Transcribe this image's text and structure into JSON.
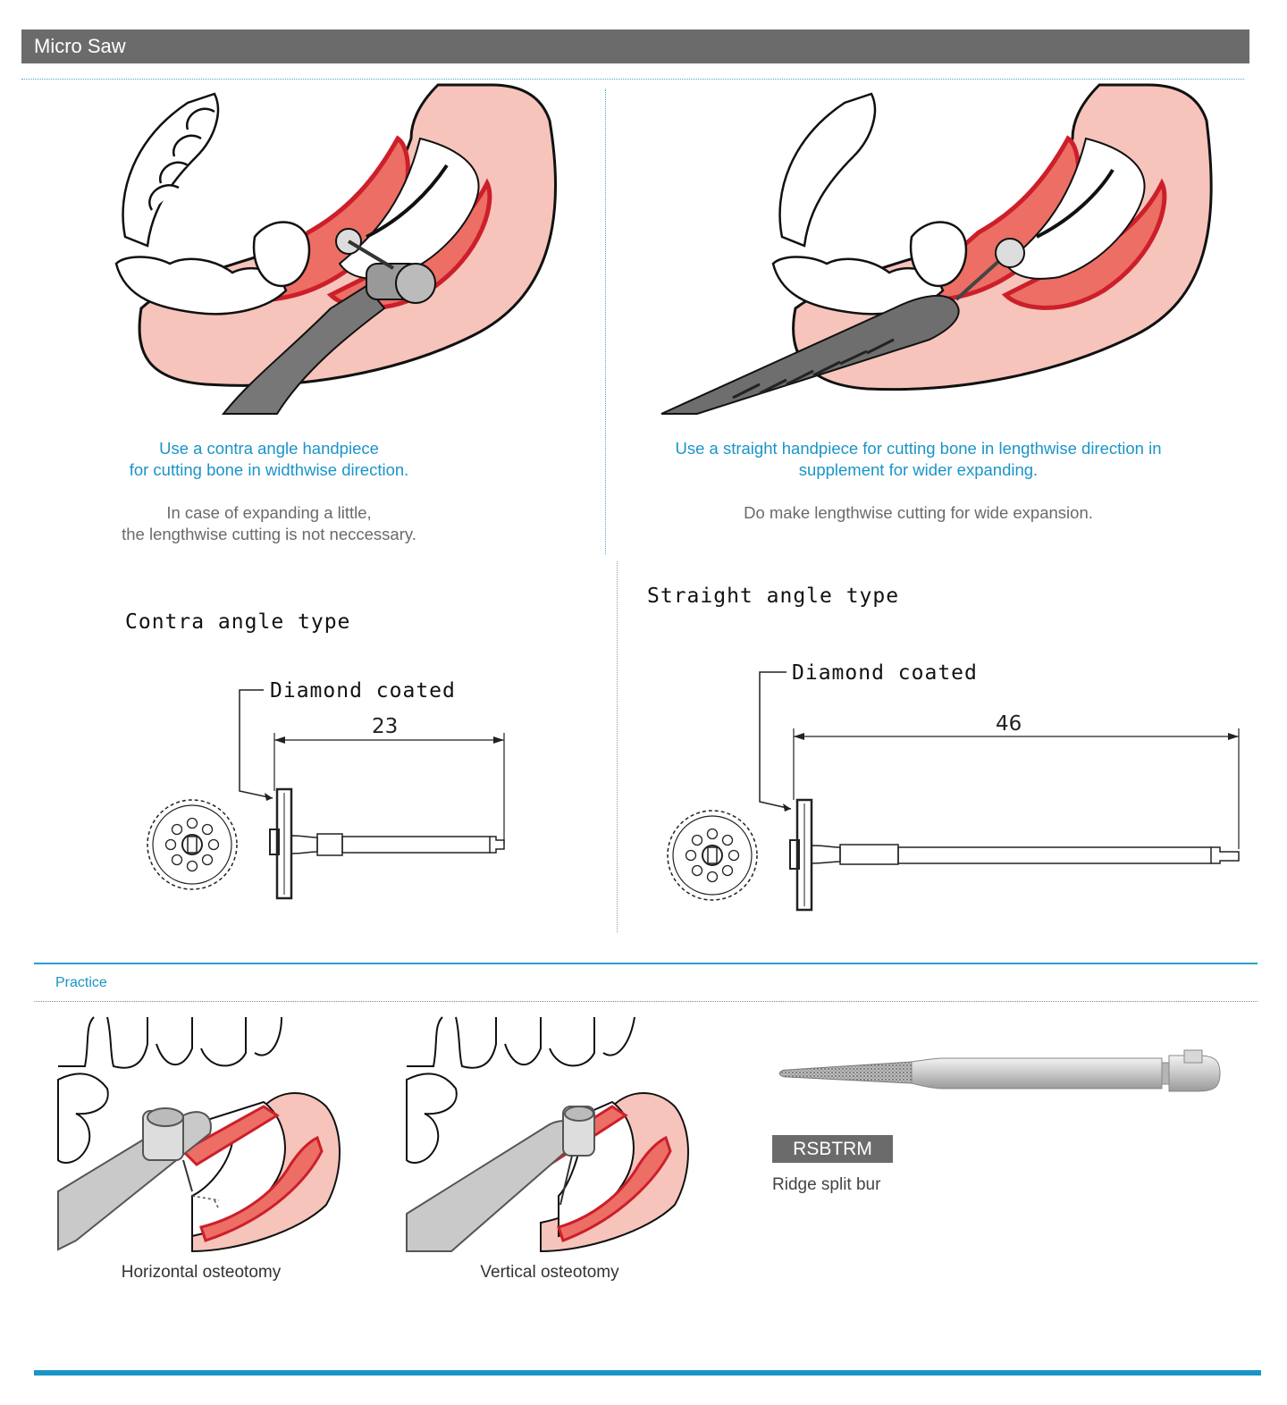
{
  "header": {
    "title": "Micro Saw"
  },
  "left_panel": {
    "caption_primary": [
      "Use a contra angle handpiece",
      "for cutting bone in widthwise direction."
    ],
    "caption_secondary": [
      "In case of expanding a little,",
      "the lengthwise cutting is not neccessary."
    ]
  },
  "right_panel": {
    "caption_primary": [
      "Use a straight handpiece for cutting bone in lengthwise direction in",
      "supplement for wider expanding."
    ],
    "caption_secondary": [
      "Do make lengthwise cutting for wide expansion."
    ]
  },
  "drawings": {
    "contra": {
      "title": "Contra angle type",
      "coating_label": "Diamond coated",
      "length": "23"
    },
    "straight": {
      "title": "Straight angle type",
      "coating_label": "Diamond coated",
      "length": "46"
    }
  },
  "practice": {
    "label": "Practice",
    "items": [
      {
        "caption": "Horizontal osteotomy"
      },
      {
        "caption": "Vertical osteotomy"
      }
    ],
    "product": {
      "code": "RSBTRM",
      "name": "Ridge split bur"
    }
  },
  "colors": {
    "header_bg": "#6b6b6b",
    "accent_blue": "#1a94c8",
    "gum_red": "#cc1f2a",
    "gum_pink": "#f6c4bb",
    "gum_salmon": "#ec6e64"
  }
}
